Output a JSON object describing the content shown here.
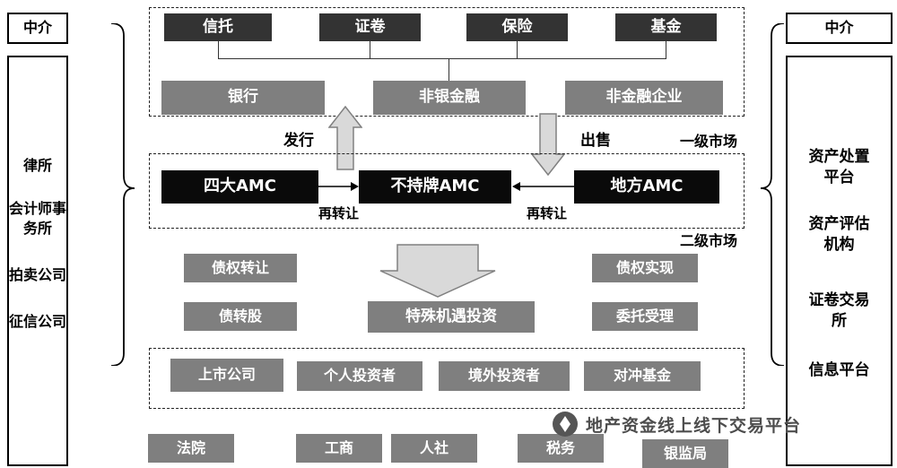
{
  "left_panel": {
    "header": "中介",
    "items": [
      "律所",
      "会计师事\n务所",
      "拍卖公司",
      "征信公司"
    ]
  },
  "right_panel": {
    "header": "中介",
    "items": [
      "资产处置\n平台",
      "资产评估\n机构",
      "证卷交易\n所",
      "信息平台"
    ]
  },
  "top_group": {
    "row1": [
      "信托",
      "证卷",
      "保险",
      "基金"
    ],
    "row2": [
      "银行",
      "非银金融",
      "非金融企业"
    ]
  },
  "flow_labels": {
    "issue": "发行",
    "sell": "出售",
    "primary_market": "一级市场",
    "secondary_market": "二级市场",
    "resell_left": "再转让",
    "resell_right": "再转让"
  },
  "amc_row": [
    "四大AMC",
    "不持牌AMC",
    "地方AMC"
  ],
  "business": {
    "left": [
      "债权转让",
      "债转股"
    ],
    "center": "特殊机遇投资",
    "right": [
      "债权实现",
      "委托受理"
    ]
  },
  "investors": [
    "上市公司",
    "个人投资者",
    "境外投资者",
    "对冲基金"
  ],
  "government": [
    "法院",
    "工商",
    "人社",
    "税务",
    "银监局"
  ],
  "watermark": {
    "text": "地产资金线上线下交易平台"
  },
  "colors": {
    "dark_box": "#333333",
    "gray_box": "#7f7f7f",
    "black_box": "#0a0a0a",
    "arrow_fill": "#d9d9d9",
    "arrow_stroke": "#808080",
    "watermark": "#4d4d4d"
  }
}
